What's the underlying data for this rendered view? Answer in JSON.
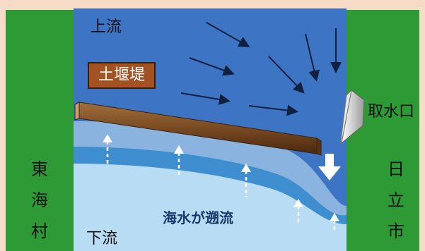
{
  "labels": {
    "upstream": "上流",
    "downstream": "下流",
    "embankment": "土堰堤",
    "intake": "取水口",
    "seawater_backflow": "海水が遡流",
    "left_bank": [
      "東",
      "海",
      "村"
    ],
    "right_bank": [
      "日",
      "立",
      "市"
    ]
  },
  "colors": {
    "background": "#f6dcc6",
    "bank_green": "#2e9a36",
    "river_upper": "#3d74c4",
    "seawater_1": "#8bb3e0",
    "seawater_2": "#3f8fd0",
    "seawater_3": "#b7dcf3",
    "embankment_wood": "#7a4a22",
    "label_box": "#a35323",
    "flow_arrow": "#102040"
  }
}
